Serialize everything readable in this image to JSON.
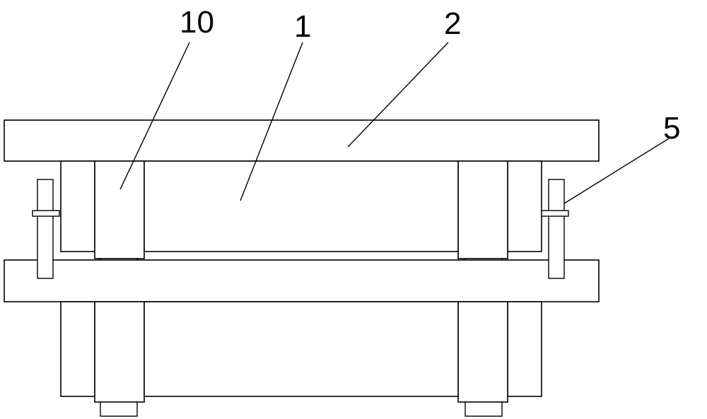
{
  "labels": {
    "part_10": "10",
    "part_1": "1",
    "part_2": "2",
    "part_5": "5"
  },
  "colors": {
    "stroke": "#000000",
    "background": "#ffffff"
  }
}
